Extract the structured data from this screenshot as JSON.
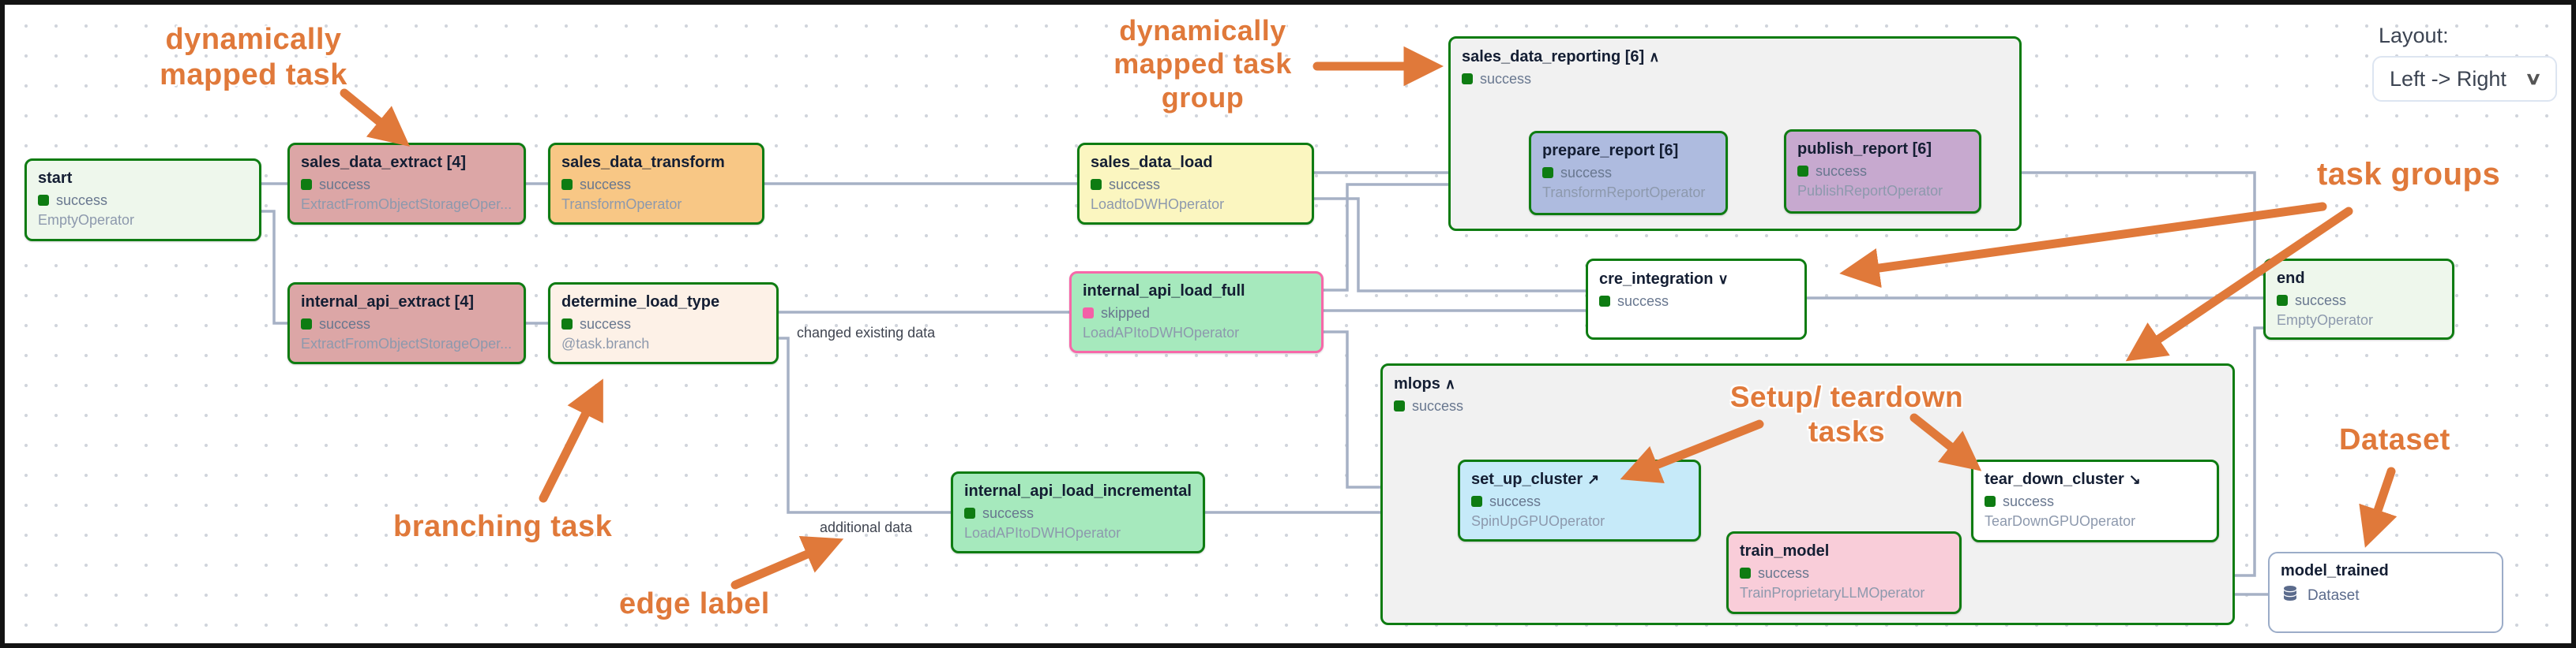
{
  "layout_control": {
    "label": "Layout:",
    "value": "Left -> Right",
    "chevron_icon": "∨"
  },
  "colors": {
    "task_border_green": "#0e7c12",
    "skipped_pink": "#f460a7",
    "annotation_orange": "#e0793a",
    "edge_gray": "#a6b1c5",
    "mapped_task_red": "#dca6a6",
    "transform_orange": "#f8c785",
    "load_yellow": "#fbf6c0",
    "branch_cream": "#fdf1e7",
    "load_green": "#a6e9bd",
    "prepare_blue": "#aebbdf",
    "publish_purple": "#c7a9cf",
    "setup_blue": "#c6eaf9",
    "train_pink": "#f9cdd9",
    "startend_green": "#eef7ec"
  },
  "nodes": {
    "start": {
      "title": "start",
      "status": "success",
      "operator": "EmptyOperator"
    },
    "sales_data_extract": {
      "title": "sales_data_extract [4]",
      "status": "success",
      "operator": "ExtractFromObjectStorageOper..."
    },
    "sales_data_transform": {
      "title": "sales_data_transform",
      "status": "success",
      "operator": "TransformOperator"
    },
    "sales_data_load": {
      "title": "sales_data_load",
      "status": "success",
      "operator": "LoadtoDWHOperator"
    },
    "internal_api_extract": {
      "title": "internal_api_extract [4]",
      "status": "success",
      "operator": "ExtractFromObjectStorageOper..."
    },
    "determine_load_type": {
      "title": "determine_load_type",
      "status": "success",
      "operator": "@task.branch"
    },
    "internal_api_load_full": {
      "title": "internal_api_load_full",
      "status": "skipped",
      "operator": "LoadAPItoDWHOperator"
    },
    "internal_api_load_incremental": {
      "title": "internal_api_load_incremental",
      "status": "success",
      "operator": "LoadAPItoDWHOperator"
    },
    "prepare_report": {
      "title": "prepare_report [6]",
      "status": "success",
      "operator": "TransformReportOperator"
    },
    "publish_report": {
      "title": "publish_report [6]",
      "status": "success",
      "operator": "PublishReportOperator"
    },
    "set_up_cluster": {
      "title": "set_up_cluster",
      "marker": "↗",
      "status": "success",
      "operator": "SpinUpGPUOperator"
    },
    "train_model": {
      "title": "train_model",
      "status": "success",
      "operator": "TrainProprietaryLLMOperator"
    },
    "tear_down_cluster": {
      "title": "tear_down_cluster",
      "marker": "↘",
      "status": "success",
      "operator": "TearDownGPUOperator"
    },
    "end": {
      "title": "end",
      "status": "success",
      "operator": "EmptyOperator"
    },
    "model_trained": {
      "title": "model_trained",
      "type_label": "Dataset"
    }
  },
  "groups": {
    "sales_data_reporting": {
      "title": "sales_data_reporting [6]",
      "marker": "∧",
      "status": "success"
    },
    "cre_integration": {
      "title": "cre_integration",
      "marker": "∨",
      "status": "success"
    },
    "mlops": {
      "title": "mlops",
      "marker": "∧",
      "status": "success"
    }
  },
  "edge_labels": {
    "changed": "changed existing data",
    "additional": "additional data"
  },
  "annotations": {
    "mapped_task": "dynamically\nmapped task",
    "mapped_task_group": "dynamically\nmapped task\ngroup",
    "task_groups": "task groups",
    "setup_teardown": "Setup/ teardown\ntasks",
    "branching_task": "branching task",
    "edge_label": "edge label",
    "dataset": "Dataset"
  }
}
